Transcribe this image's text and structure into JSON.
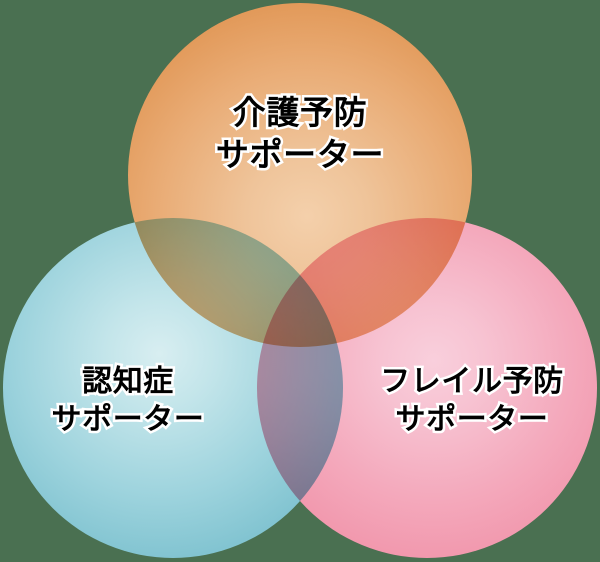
{
  "diagram": {
    "type": "venn-3-circle",
    "background_color": "#4a7051",
    "circles": [
      {
        "id": "top",
        "position": "top-center",
        "fill_color": "#e9ab74",
        "highlight_color": "#f4d0ab",
        "label_line1": "介護予防",
        "label_line2": "サポーター"
      },
      {
        "id": "left",
        "position": "bottom-left",
        "fill_color": "#9dd3dd",
        "highlight_color": "#d8eef1",
        "label_line1": "認知症",
        "label_line2": "サポーター"
      },
      {
        "id": "right",
        "position": "bottom-right",
        "fill_color": "#f4a9bc",
        "highlight_color": "#f9cfdc",
        "label_line1": "フレイル予防",
        "label_line2": "サポーター"
      }
    ],
    "overlap_colors": {
      "top_left": "#97a07a",
      "top_right": "#dd5f4a",
      "left_right": "#9e8aa8",
      "all_three": "#9b5544"
    },
    "label_text_color": "#000000",
    "label_outline_color": "#ffffff"
  }
}
